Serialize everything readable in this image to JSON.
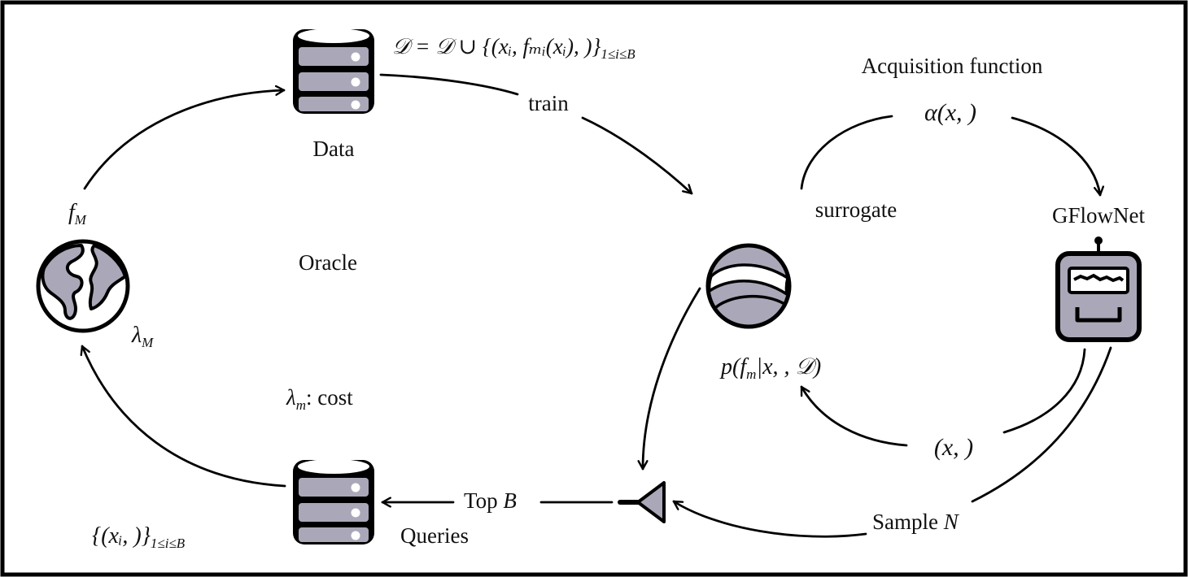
{
  "labels": {
    "data": "Data",
    "data_update": "𝒟 = 𝒟 ∪ {(xᵢ, fₘᵢ(xᵢ),    )}",
    "data_update_sub": "1≤i≤B",
    "train": "train",
    "acquisition_title": "Acquisition function",
    "acquisition_fn": "α(x,    )",
    "surrogate": "surrogate",
    "gflownet": "GFlowNet",
    "oracle": "Oracle",
    "f_M": "f",
    "f_M_sub": "M",
    "lambda_M": "λ",
    "lambda_M_sub": "M",
    "lambda_m": "λ",
    "lambda_m_sub": "m",
    "lambda_m_text": ": cost",
    "posterior": "p(f",
    "posterior_sub": "m",
    "posterior_rest": "|x,    , 𝒟)",
    "candidate": "(x,    )",
    "sample": "Sample ",
    "sample_var": "N",
    "top_b": "Top ",
    "top_b_var": "B",
    "queries": "Queries",
    "query_set": "{(xᵢ,    )}",
    "query_set_sub": "1≤i≤B"
  },
  "icons": {
    "data_store": "database-icon",
    "query_store": "database-icon",
    "oracle": "globe-icon",
    "surrogate": "ball-icon",
    "gflownet": "robot-icon",
    "selector": "funnel-icon"
  },
  "colors": {
    "fill_gray": "#aaa8b8",
    "stroke": "#000000",
    "frame": "#000000"
  }
}
